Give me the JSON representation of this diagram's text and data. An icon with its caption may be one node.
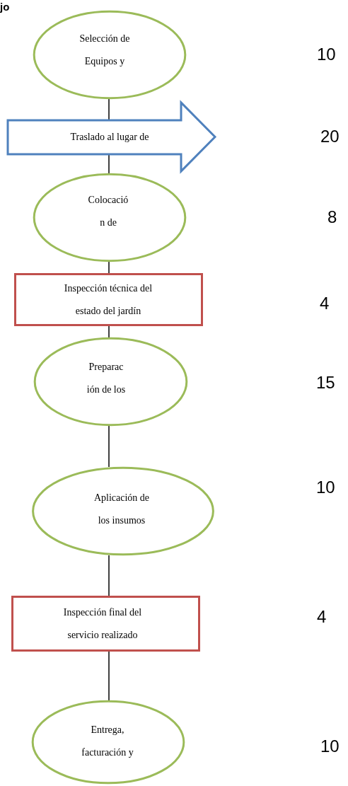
{
  "diagram": {
    "title": "jo",
    "nodes": [
      {
        "text": [
          "Selección de Equipos y"
        ]
      },
      {
        "text": [
          "Traslado al lugar de"
        ]
      },
      {
        "text": [
          "Colocació n de"
        ]
      },
      {
        "text": [
          "Inspección técnica del estado del jardín"
        ]
      },
      {
        "text": [
          "Preparac ión de los"
        ]
      },
      {
        "text": [
          "Aplicación de los insumos"
        ]
      },
      {
        "text": [
          "Inspección final del servicio realizado"
        ]
      },
      {
        "text": [
          "Entrega, facturación y"
        ]
      }
    ],
    "edges": [
      {
        "from": 0,
        "to": 1,
        "arrow": "none"
      },
      {
        "from": 1,
        "to": 2,
        "arrow": "none"
      },
      {
        "from": 2,
        "to": 3,
        "arrow": "none"
      },
      {
        "from": 3,
        "to": 4,
        "arrow": "none"
      },
      {
        "from": 4,
        "to": 5,
        "arrow": "none"
      },
      {
        "from": 5,
        "to": 6,
        "arrow": "none"
      },
      {
        "from": 6,
        "to": 7,
        "arrow": "none"
      }
    ],
    "labels": [
      "10",
      "20",
      "8",
      "4",
      "15",
      "10",
      "4",
      "10"
    ]
  }
}
